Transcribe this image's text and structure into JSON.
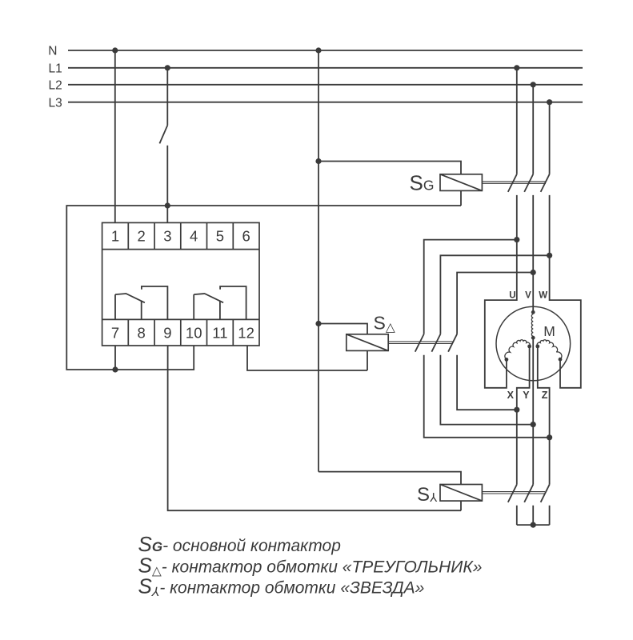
{
  "colors": {
    "ink": "#3a3a3a",
    "background": "#ffffff"
  },
  "buses": {
    "n": "N",
    "l1": "L1",
    "l2": "L2",
    "l3": "L3"
  },
  "relay": {
    "terminals_top": [
      "1",
      "2",
      "3",
      "4",
      "5",
      "6"
    ],
    "terminals_bottom": [
      "7",
      "8",
      "9",
      "10",
      "11",
      "12"
    ]
  },
  "contactors": {
    "main": {
      "prefix": "S",
      "sub": "G"
    },
    "delta": {
      "prefix": "S",
      "sub": "△"
    },
    "star": {
      "prefix": "S",
      "sub": "⅄"
    }
  },
  "motor": {
    "label": "M",
    "terminals_top": [
      "U",
      "V",
      "W"
    ],
    "terminals_bottom": [
      "X",
      "Y",
      "Z"
    ]
  },
  "legend": [
    {
      "prefix": "S",
      "sub": "G",
      "text": "- основной контактор"
    },
    {
      "prefix": "S",
      "sub": "△",
      "text": "- контактор обмотки «ТРЕУГОЛЬНИК»"
    },
    {
      "prefix": "S",
      "sub": "⅄",
      "text": "- контактор обмотки «ЗВЕЗДА»"
    }
  ]
}
